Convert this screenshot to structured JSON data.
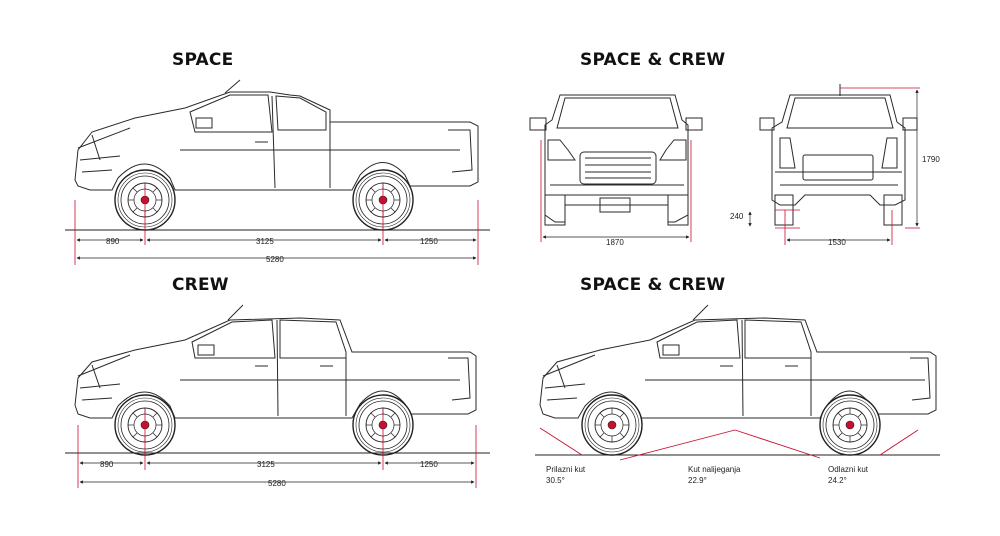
{
  "titles": {
    "space": "SPACE",
    "space_crew_front": "SPACE & CREW",
    "crew": "CREW",
    "space_crew_angles": "SPACE & CREW"
  },
  "space_side": {
    "front_overhang": "890",
    "wheelbase": "3125",
    "rear_overhang": "1250",
    "total_length": "5280"
  },
  "crew_side": {
    "front_overhang": "890",
    "wheelbase": "3125",
    "rear_overhang": "1250",
    "total_length": "5280"
  },
  "front_view": {
    "track_width": "1870"
  },
  "rear_view": {
    "rear_track": "1530",
    "ground_clearance": "240",
    "height": "1790"
  },
  "angles": {
    "approach_label": "Prilazni kut",
    "approach_value": "30.5°",
    "breakover_label": "Kut nalijeganja",
    "breakover_value": "22.9°",
    "departure_label": "Odlazni kut",
    "departure_value": "24.2°"
  },
  "colors": {
    "dimension_red": "#c8102e",
    "line_dark": "#2a2a2a"
  }
}
